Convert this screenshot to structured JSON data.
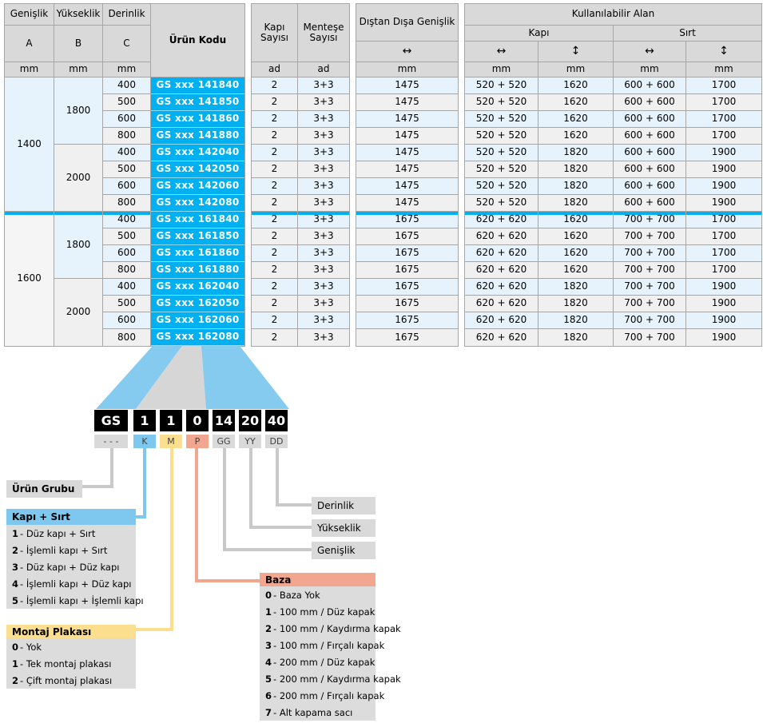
{
  "colors": {
    "cyan": "#00B0F0",
    "light_blue_row": "#E6F3FC",
    "gray_row": "#F0F0F0",
    "header_gray": "#D9D9D9",
    "legend_blue": "#7EC8EF",
    "legend_yellow": "#FBDF8E",
    "legend_red": "#F2A58F"
  },
  "table": {
    "headers": {
      "genislik": "Genişlik",
      "yukseklik": "Yükseklik",
      "derinlik": "Derinlik",
      "a": "A",
      "b": "B",
      "c": "C",
      "mm": "mm",
      "ad": "ad",
      "urun_kodu": "Ürün Kodu",
      "kapi_sayisi": "Kapı Sayısı",
      "mentese_sayisi": "Menteşe Sayısı",
      "distan_disa": "Dıştan Dışa Genişlik",
      "kullanilabilir_alan": "Kullanılabilir Alan",
      "kapi": "Kapı",
      "sirt": "Sırt",
      "arrow_h": "↔",
      "arrow_v": "↕"
    },
    "a_blocks": [
      {
        "label": "1400"
      },
      {
        "label": "1600"
      }
    ],
    "b_blocks": [
      {
        "label": "1800"
      },
      {
        "label": "2000"
      },
      {
        "label": "1800"
      },
      {
        "label": "2000"
      }
    ],
    "rows": [
      {
        "c": "400",
        "code": "GS xxx 141840",
        "doors": "2",
        "hinges": "3+3",
        "out_w": "1475",
        "door_w": "520 + 520",
        "door_h": "1620",
        "back_w": "600 + 600",
        "back_h": "1700"
      },
      {
        "c": "500",
        "code": "GS xxx 141850",
        "doors": "2",
        "hinges": "3+3",
        "out_w": "1475",
        "door_w": "520 + 520",
        "door_h": "1620",
        "back_w": "600 + 600",
        "back_h": "1700"
      },
      {
        "c": "600",
        "code": "GS xxx 141860",
        "doors": "2",
        "hinges": "3+3",
        "out_w": "1475",
        "door_w": "520 + 520",
        "door_h": "1620",
        "back_w": "600 + 600",
        "back_h": "1700"
      },
      {
        "c": "800",
        "code": "GS xxx 141880",
        "doors": "2",
        "hinges": "3+3",
        "out_w": "1475",
        "door_w": "520 + 520",
        "door_h": "1620",
        "back_w": "600 + 600",
        "back_h": "1700"
      },
      {
        "c": "400",
        "code": "GS xxx 142040",
        "doors": "2",
        "hinges": "3+3",
        "out_w": "1475",
        "door_w": "520 + 520",
        "door_h": "1820",
        "back_w": "600 + 600",
        "back_h": "1900"
      },
      {
        "c": "500",
        "code": "GS xxx 142050",
        "doors": "2",
        "hinges": "3+3",
        "out_w": "1475",
        "door_w": "520 + 520",
        "door_h": "1820",
        "back_w": "600 + 600",
        "back_h": "1900"
      },
      {
        "c": "600",
        "code": "GS xxx 142060",
        "doors": "2",
        "hinges": "3+3",
        "out_w": "1475",
        "door_w": "520 + 520",
        "door_h": "1820",
        "back_w": "600 + 600",
        "back_h": "1900"
      },
      {
        "c": "800",
        "code": "GS xxx 142080",
        "doors": "2",
        "hinges": "3+3",
        "out_w": "1475",
        "door_w": "520 + 520",
        "door_h": "1820",
        "back_w": "600 + 600",
        "back_h": "1900"
      },
      {
        "c": "400",
        "code": "GS xxx 161840",
        "doors": "2",
        "hinges": "3+3",
        "out_w": "1675",
        "door_w": "620 + 620",
        "door_h": "1620",
        "back_w": "700 + 700",
        "back_h": "1700"
      },
      {
        "c": "500",
        "code": "GS xxx 161850",
        "doors": "2",
        "hinges": "3+3",
        "out_w": "1675",
        "door_w": "620 + 620",
        "door_h": "1620",
        "back_w": "700 + 700",
        "back_h": "1700"
      },
      {
        "c": "600",
        "code": "GS xxx 161860",
        "doors": "2",
        "hinges": "3+3",
        "out_w": "1675",
        "door_w": "620 + 620",
        "door_h": "1620",
        "back_w": "700 + 700",
        "back_h": "1700"
      },
      {
        "c": "800",
        "code": "GS xxx 161880",
        "doors": "2",
        "hinges": "3+3",
        "out_w": "1675",
        "door_w": "620 + 620",
        "door_h": "1620",
        "back_w": "700 + 700",
        "back_h": "1700"
      },
      {
        "c": "400",
        "code": "GS xxx 162040",
        "doors": "2",
        "hinges": "3+3",
        "out_w": "1675",
        "door_w": "620 + 620",
        "door_h": "1820",
        "back_w": "700 + 700",
        "back_h": "1900"
      },
      {
        "c": "500",
        "code": "GS xxx 162050",
        "doors": "2",
        "hinges": "3+3",
        "out_w": "1675",
        "door_w": "620 + 620",
        "door_h": "1820",
        "back_w": "700 + 700",
        "back_h": "1900"
      },
      {
        "c": "600",
        "code": "GS xxx 162060",
        "doors": "2",
        "hinges": "3+3",
        "out_w": "1675",
        "door_w": "620 + 620",
        "door_h": "1820",
        "back_w": "700 + 700",
        "back_h": "1900"
      },
      {
        "c": "800",
        "code": "GS xxx 162080",
        "doors": "2",
        "hinges": "3+3",
        "out_w": "1675",
        "door_w": "620 + 620",
        "door_h": "1820",
        "back_w": "700 + 700",
        "back_h": "1900"
      }
    ]
  },
  "legend": {
    "code_boxes": [
      {
        "value": "GS",
        "tag": "- - -",
        "color": "gray"
      },
      {
        "value": "1",
        "tag": "K",
        "color": "blue"
      },
      {
        "value": "1",
        "tag": "M",
        "color": "yellow"
      },
      {
        "value": "0",
        "tag": "P",
        "color": "red"
      },
      {
        "value": "14",
        "tag": "GG",
        "color": "gray"
      },
      {
        "value": "20",
        "tag": "YY",
        "color": "gray"
      },
      {
        "value": "40",
        "tag": "DD",
        "color": "gray"
      }
    ],
    "urun_grubu": "Ürün Grubu",
    "kapi_sirt": {
      "title": "Kapı + Sırt",
      "items": [
        {
          "n": "1",
          "t": "Düz kapı + Sırt"
        },
        {
          "n": "2",
          "t": "İşlemli kapı + Sırt"
        },
        {
          "n": "3",
          "t": "Düz kapı + Düz kapı"
        },
        {
          "n": "4",
          "t": "İşlemli kapı + Düz kapı"
        },
        {
          "n": "5",
          "t": "İşlemli kapı + İşlemli kapı"
        }
      ]
    },
    "montaj": {
      "title": "Montaj Plakası",
      "items": [
        {
          "n": "0",
          "t": "Yok"
        },
        {
          "n": "1",
          "t": "Tek montaj plakası"
        },
        {
          "n": "2",
          "t": "Çift montaj plakası"
        }
      ]
    },
    "baza": {
      "title": "Baza",
      "items": [
        {
          "n": "0",
          "t": "Baza Yok"
        },
        {
          "n": "1",
          "t": "100 mm / Düz kapak"
        },
        {
          "n": "2",
          "t": "100 mm / Kaydırma kapak"
        },
        {
          "n": "3",
          "t": "100 mm / Fırçalı kapak"
        },
        {
          "n": "4",
          "t": "200 mm / Düz kapak"
        },
        {
          "n": "5",
          "t": "200 mm / Kaydırma kapak"
        },
        {
          "n": "6",
          "t": "200 mm / Fırçalı kapak"
        },
        {
          "n": "7",
          "t": "Alt kapama sacı"
        }
      ]
    },
    "dims": [
      {
        "label": "Derinlik"
      },
      {
        "label": "Yükseklik"
      },
      {
        "label": "Genişlik"
      }
    ]
  }
}
